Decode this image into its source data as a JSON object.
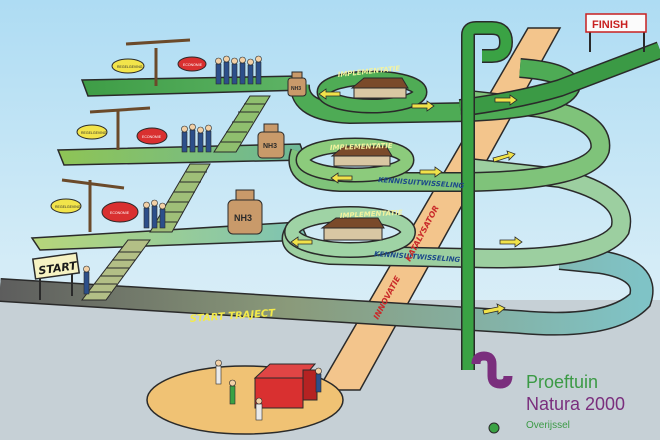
{
  "signs": {
    "finish": "FINISH",
    "start": "START"
  },
  "path_labels": {
    "start_traject": "START TRAJECT",
    "implementatie_top": "IMPLEMENTATIE",
    "implementatie_mid": "IMPLEMENTATIE",
    "implementatie_low": "IMPLEMENTATIE",
    "kennis_mid": "KENNISUITWISSELING",
    "kennis_low": "KENNISUITWISSELING",
    "innovatie": "INNOVATIE",
    "katalysator": "KATALYSATOR"
  },
  "weights": {
    "top": "NH3",
    "mid": "NH3",
    "low": "NH3"
  },
  "balance_pans": {
    "top_left": "REGELGEVING",
    "top_right": "ECONOMIE",
    "mid_left": "REGELGEVING",
    "mid_right": "ECONOMIE",
    "low_left": "REGELGEVING",
    "low_right": "ECONOMIE"
  },
  "logo": {
    "line1": "Proeftuin",
    "line2": "Natura 2000",
    "line3": "Overijssel"
  },
  "colors": {
    "sky": "#bfe0f2",
    "ground": "#c9d3d8",
    "platform_green": "#4caa4a",
    "platform_light": "#b6d97a",
    "road_grey": "#6a6a6a",
    "innovation_beam": "#f2c184",
    "pipe_green": "#2e9a3c",
    "logo_purple": "#7a2e7d",
    "logo_green": "#3b9a45"
  }
}
